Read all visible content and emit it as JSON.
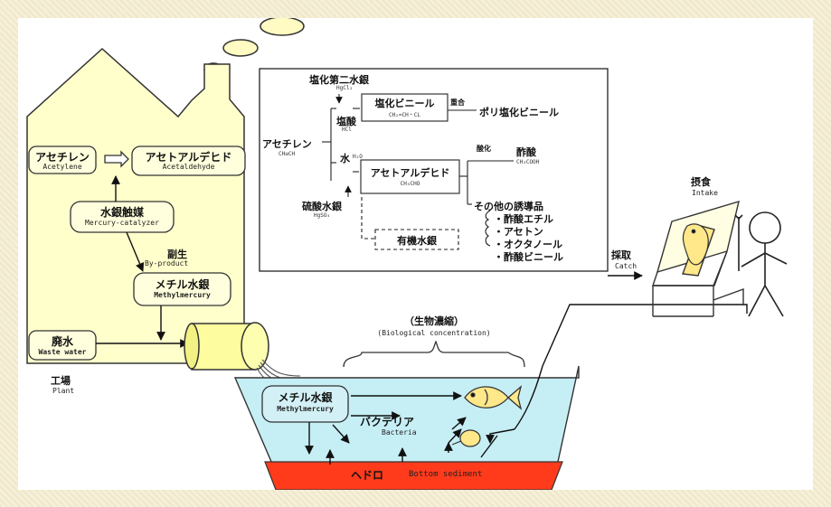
{
  "colors": {
    "factory": "#ffffcc",
    "pipe": "#fdfd9f",
    "water": "#c6eef5",
    "sediment": "#ff3b1c",
    "fish": "#ffe88a",
    "border": "#eee3c1"
  },
  "icons": [
    "smoke-cloud-icon",
    "arrow-icon",
    "fish-icon",
    "shellfish-icon",
    "person-icon",
    "brace-icon"
  ],
  "factory": {
    "acetylene": {
      "jp": "アセチレン",
      "en": "Acetylene"
    },
    "acetaldehyde": {
      "jp": "アセトアルデヒド",
      "en": "Acetaldehyde"
    },
    "catalyst": {
      "jp": "水銀触媒",
      "en": "Mercury-catalyzer"
    },
    "byproduct": {
      "jp": "副生",
      "en": "By-product"
    },
    "methylmercury": {
      "jp": "メチル水銀",
      "en": "Methylmercury"
    },
    "wastewater": {
      "jp": "廃水",
      "en": "Waste water"
    },
    "plant": {
      "jp": "工場",
      "en": "Plant"
    }
  },
  "process": {
    "mercuric_chloride": {
      "jp": "塩化第二水銀",
      "formula": "HgCl₂"
    },
    "hydrochloric_acid": {
      "jp": "塩酸",
      "formula": "HCl"
    },
    "vinyl_chloride": {
      "jp": "塩化ビニール",
      "formula": "CH₂=CH・CL"
    },
    "polymerization": "重合",
    "pvc": "ポリ塩化ビニール",
    "acetylene": {
      "jp": "アセチレン",
      "formula": "CH≡CH"
    },
    "water": {
      "jp": "水",
      "formula": "H₂O"
    },
    "acetaldehyde": {
      "jp": "アセトアルデヒド",
      "formula": "CH₃CHO"
    },
    "oxidation": "酸化",
    "acetic_acid": {
      "jp": "酢酸",
      "formula": "CH₃COOH"
    },
    "mercuric_sulfate": {
      "jp": "硫酸水銀",
      "formula": "HgSO₄"
    },
    "organic_mercury": "有機水銀",
    "derivatives_title": "その他の誘導品",
    "derivatives": [
      "・酢酸エチル",
      "・アセトン",
      "・オクタノール",
      "・酢酸ビニール"
    ]
  },
  "bay": {
    "bioconc": {
      "jp": "（生物濃縮）",
      "en": "(Biological concentration)"
    },
    "methylmercury": {
      "jp": "メチル水銀",
      "en": "Methylmercury"
    },
    "bacteria": {
      "jp": "バクテリア",
      "en": "Bacteria"
    },
    "sediment": {
      "jp": "ヘドロ",
      "en": "Bottom sediment"
    }
  },
  "human": {
    "catch": {
      "jp": "採取",
      "en": "Catch"
    },
    "intake": {
      "jp": "摂食",
      "en": "Intake"
    }
  }
}
